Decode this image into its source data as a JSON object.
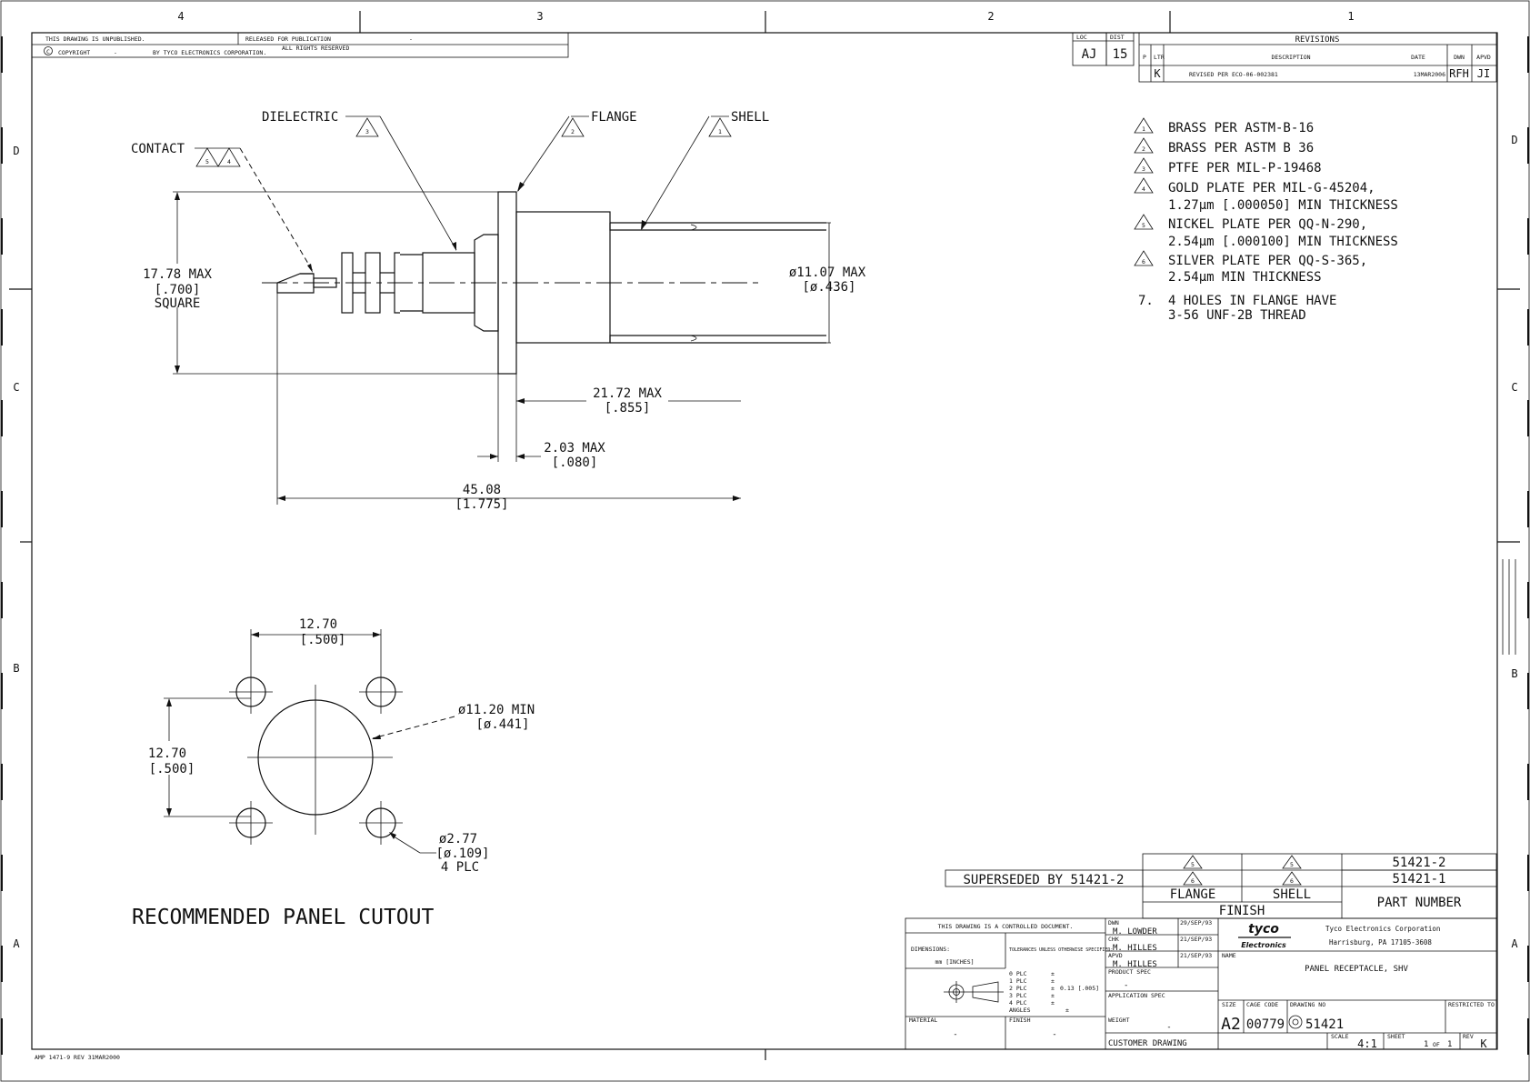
{
  "border": {
    "zones_top": [
      "4",
      "3",
      "2",
      "1"
    ],
    "zones_side_left": [
      "D",
      "C",
      "B",
      "A"
    ],
    "zones_side_right": [
      "D",
      "C",
      "B",
      "A"
    ]
  },
  "header": {
    "unpublished": "THIS DRAWING IS UNPUBLISHED.",
    "released": "RELEASED FOR PUBLICATION",
    "copyright": "COPYRIGHT",
    "copyright_year": "-",
    "corporation": "BY TYCO ELECTRONICS CORPORATION.",
    "rights": "ALL RIGHTS RESERVED"
  },
  "revisions": {
    "loc_label": "LOC",
    "loc_value": "AJ",
    "dist_label": "DIST",
    "dist_value": "15",
    "title": "REVISIONS",
    "col_p": "P",
    "col_ltr": "LTR",
    "col_desc": "DESCRIPTION",
    "col_date": "DATE",
    "col_dwn": "DWN",
    "col_apvd": "APVD",
    "row_ltr": "K",
    "row_desc": "REVISED PER ECO-06-002381",
    "row_date": "13MAR2006",
    "row_dwn": "RFH",
    "row_apvd": "JI"
  },
  "notes": [
    {
      "num": "1",
      "lines": [
        "BRASS PER ASTM-B-16"
      ]
    },
    {
      "num": "2",
      "lines": [
        "BRASS PER ASTM B 36"
      ]
    },
    {
      "num": "3",
      "lines": [
        "PTFE PER MIL-P-19468"
      ]
    },
    {
      "num": "4",
      "lines": [
        "GOLD PLATE PER MIL-G-45204,",
        "1.27µm [.000050] MIN THICKNESS"
      ]
    },
    {
      "num": "5",
      "lines": [
        "NICKEL PLATE PER QQ-N-290,",
        "2.54µm [.000100] MIN THICKNESS"
      ]
    },
    {
      "num": "6",
      "lines": [
        "SILVER PLATE PER QQ-S-365,",
        "2.54µm MIN THICKNESS"
      ]
    },
    {
      "num": "7.",
      "lines": [
        "4 HOLES IN FLANGE HAVE",
        "3-56 UNF-2B THREAD"
      ]
    }
  ],
  "callouts": {
    "dielectric": "DIELECTRIC",
    "dielectric_flag": "3",
    "flange": "FLANGE",
    "flange_flag": "2",
    "shell": "SHELL",
    "shell_flag": "1",
    "contact": "CONTACT",
    "contact_flag_a": "5",
    "contact_flag_b": "4"
  },
  "dimensions": {
    "square_mm": "17.78 MAX",
    "square_in": "[.700]",
    "square_label": "SQUARE",
    "dia_mm": "ø11.07 MAX",
    "dia_in": "[ø.436]",
    "len_mm": "21.72 MAX",
    "len_in": "[.855]",
    "flange_mm": "2.03 MAX",
    "flange_in": "[.080]",
    "total_mm": "45.08",
    "total_in": "[1.775]",
    "cut_h_mm": "12.70",
    "cut_h_in": "[.500]",
    "cut_v_mm": "12.70",
    "cut_v_in": "[.500]",
    "cut_dia_mm": "ø11.20 MIN",
    "cut_dia_in": "[ø.441]",
    "hole_mm": "ø2.77",
    "hole_in": "[ø.109]",
    "hole_qty": "4 PLC"
  },
  "cutout_title": "RECOMMENDED PANEL CUTOUT",
  "finish_table": {
    "superseded": "SUPERSEDED BY 51421-2",
    "row1_flange": "5",
    "row1_shell": "5",
    "row1_part": "51421-2",
    "row2_flange": "6",
    "row2_shell": "6",
    "row2_part": "51421-1",
    "flange_label": "FLANGE",
    "shell_label": "SHELL",
    "finish_label": "FINISH",
    "part_label": "PART NUMBER"
  },
  "title_block": {
    "controlled": "THIS DRAWING IS A CONTROLLED DOCUMENT.",
    "dimensions_label": "DIMENSIONS:",
    "dimensions_value": "mm [INCHES]",
    "tolerances": "TOLERANCES UNLESS OTHERWISE SPECIFIED:",
    "tol_rows": [
      "0 PLC",
      "1 PLC",
      "2 PLC",
      "3 PLC",
      "4 PLC",
      "ANGLES"
    ],
    "tol_signs": [
      "±",
      "±",
      "±",
      "±",
      "±",
      "±"
    ],
    "tol_value": "0.13 [.005]",
    "material_label": "MATERIAL",
    "material_value": "-",
    "finish_label": "FINISH",
    "finish_value": "-",
    "dwn_label": "DWN",
    "dwn_name": "M. LOWDER",
    "dwn_date": "29/SEP/93",
    "chk_label": "CHK",
    "chk_name": "M. HILLES",
    "chk_date": "21/SEP/93",
    "apvd_label": "APVD",
    "apvd_name": "M. HILLES",
    "apvd_date": "21/SEP/93",
    "product_spec": "PRODUCT SPEC",
    "product_spec_value": "-",
    "application_spec": "APPLICATION SPEC",
    "weight_label": "WEIGHT",
    "weight_value": "-",
    "customer": "CUSTOMER DRAWING",
    "logo_top": "tyco",
    "logo_bottom": "Electronics",
    "company": "Tyco Electronics Corporation",
    "address": "Harrisburg, PA 17105-3608",
    "name_label": "NAME",
    "name_value": "PANEL RECEPTACLE, SHV",
    "size_label": "SIZE",
    "size_value": "A2",
    "cage_label": "CAGE CODE",
    "cage_value": "00779",
    "dwg_label": "DRAWING NO",
    "dwg_value": "51421",
    "restricted": "RESTRICTED TO",
    "scale_label": "SCALE",
    "scale_value": "4:1",
    "sheet_label": "SHEET",
    "sheet_value": "1",
    "of_label": "OF",
    "of_value": "1",
    "rev_label": "REV",
    "rev_value": "K"
  },
  "footer": "AMP 1471-9 REV 31MAR2000"
}
